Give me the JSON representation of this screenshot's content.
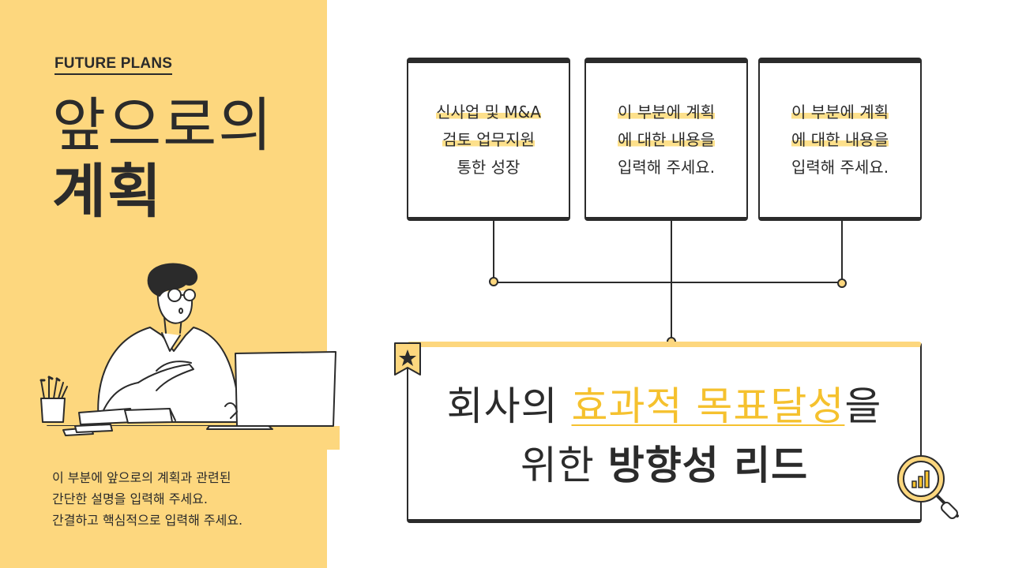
{
  "header": {
    "eyebrow": "FUTURE PLANS",
    "title_light": "앞으로의",
    "title_bold": "계획"
  },
  "description": {
    "lines": [
      "이 부분에 앞으로의 계획과 관련된",
      "간단한 설명을 입력해 주세요.",
      "간결하고 핵심적으로 입력해 주세요."
    ]
  },
  "cards": [
    {
      "lines": [
        "신사업 및 M&A",
        "검토 업무지원",
        "통한 성장"
      ]
    },
    {
      "lines": [
        "이 부분에 계획",
        "에 대한 내용을",
        "입력해 주세요."
      ]
    },
    {
      "lines": [
        "이 부분에 계획",
        "에 대한 내용을",
        "입력해 주세요."
      ]
    }
  ],
  "main_box": {
    "line1_prefix": "회사의 ",
    "line1_accent": "효과적 목표달성",
    "line1_suffix": "을",
    "line2_prefix": "위한 ",
    "line2_strong": "방향성 리드"
  },
  "colors": {
    "accent_yellow": "#FDD77E",
    "accent_text": "#F5C12E",
    "ink": "#2b2b2b"
  },
  "icons": {
    "badge": "star-icon",
    "magnifier": "bar-chart-magnifier-icon",
    "illustration": "man-at-laptop-illustration"
  }
}
